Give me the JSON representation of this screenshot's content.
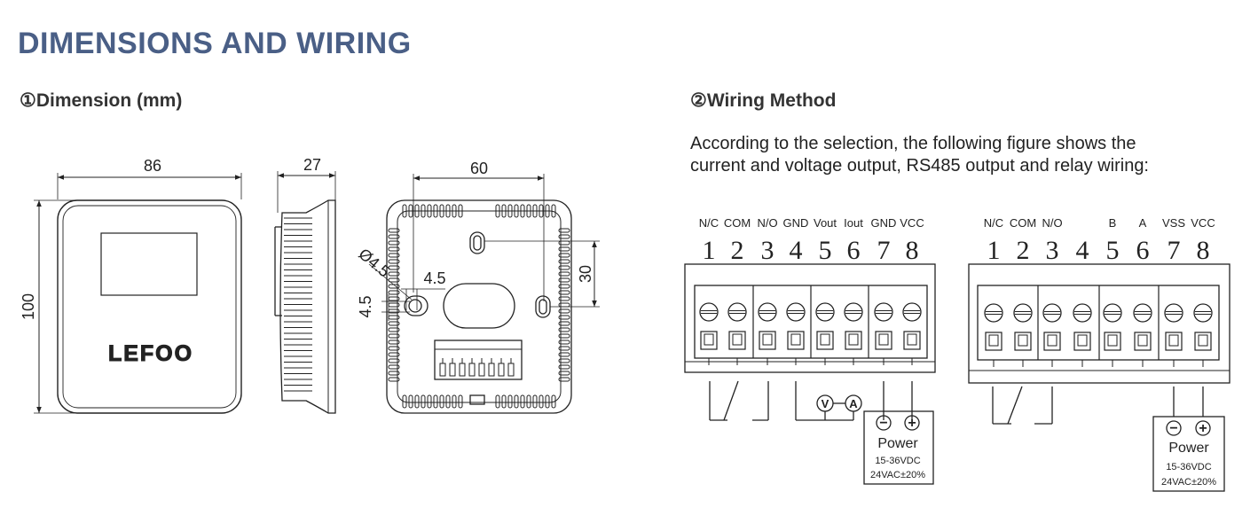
{
  "page": {
    "title": "DIMENSIONS AND WIRING"
  },
  "dimension": {
    "heading": "①Dimension (mm)",
    "width": "86",
    "height": "100",
    "depth": "27",
    "hole_spacing": "60",
    "hole_offset_v": "30",
    "hole_diameter": "Ø4.5",
    "slot_w": "4.5",
    "slot_h": "4.5",
    "logo": "LEFOO"
  },
  "wiring": {
    "heading": "②Wiring Method",
    "desc_line1": "According to the selection, the following figure shows the",
    "desc_line2": "current and voltage output, RS485 output and relay wiring:",
    "left": {
      "labels": [
        "N/C",
        "COM",
        "N/O",
        "GND",
        "Vout",
        "Iout",
        "GND",
        "VCC"
      ],
      "numbers": [
        "1",
        "2",
        "3",
        "4",
        "5",
        "6",
        "7",
        "8"
      ],
      "meter_v": "V",
      "meter_a": "A",
      "power_title": "Power",
      "power_dc": "15-36VDC",
      "power_ac": "24VAC±20%",
      "minus": "−",
      "plus": "+"
    },
    "right": {
      "labels": [
        "N/C",
        "COM",
        "N/O",
        "",
        "B",
        "A",
        "VSS",
        "VCC"
      ],
      "numbers": [
        "1",
        "2",
        "3",
        "4",
        "5",
        "6",
        "7",
        "8"
      ],
      "power_title": "Power",
      "power_dc": "15-36VDC",
      "power_ac": "24VAC±20%",
      "minus": "−",
      "plus": "+"
    }
  }
}
